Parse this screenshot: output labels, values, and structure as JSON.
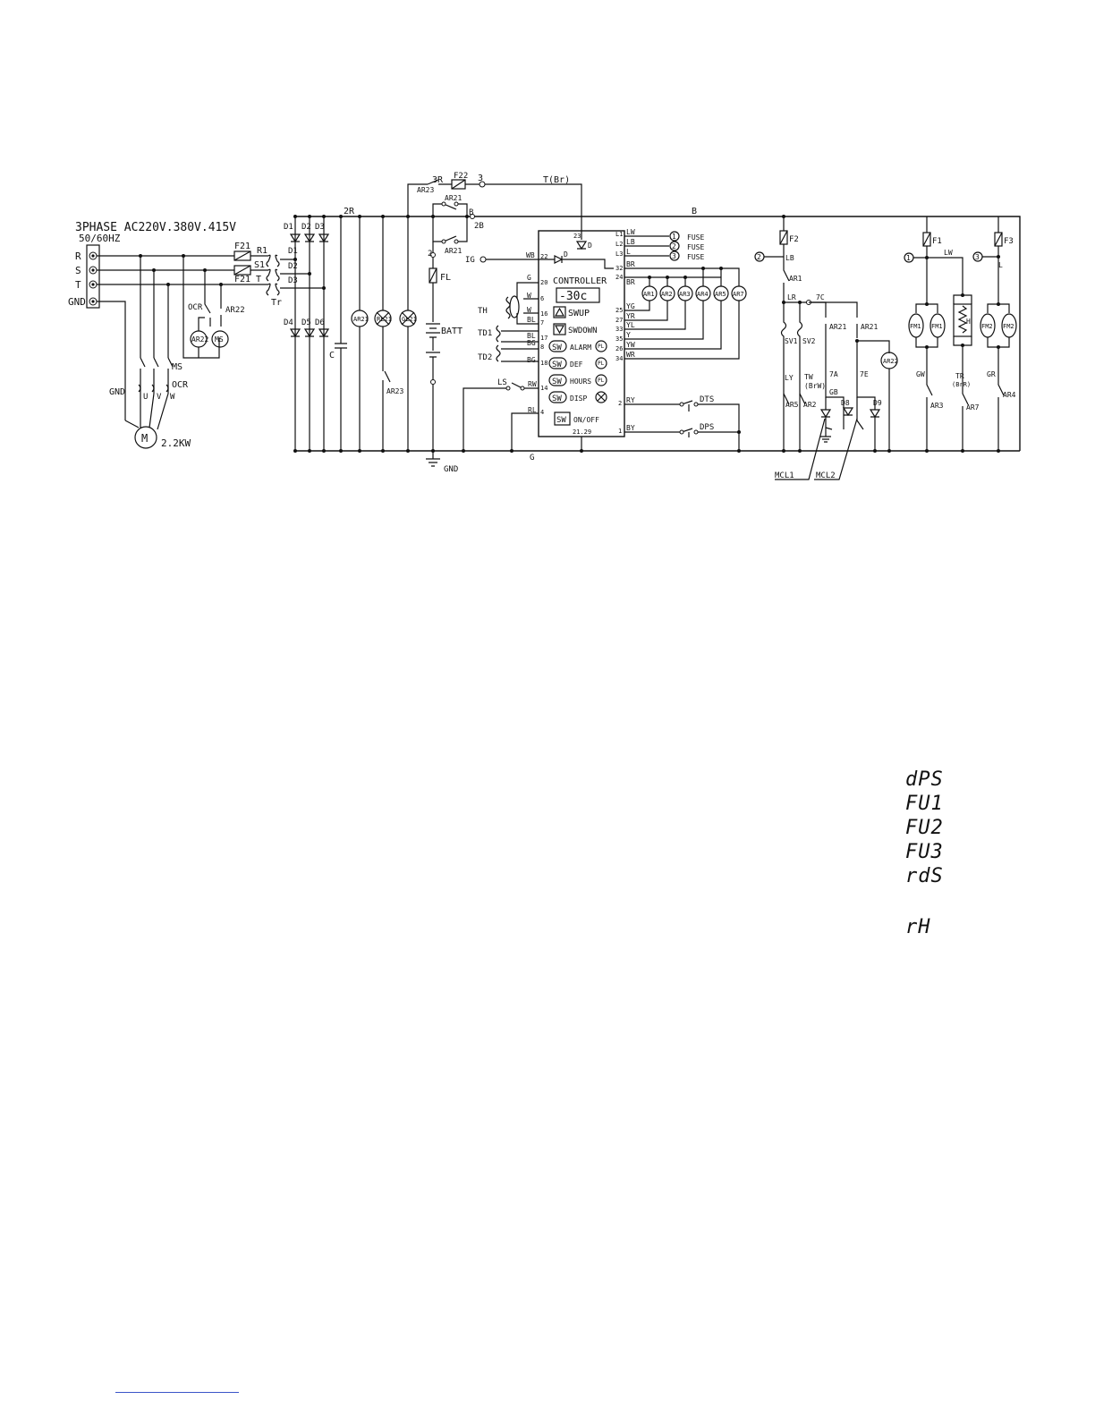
{
  "supply": {
    "title": "3PHASE AC220V.380V.415V",
    "freq": "50/60HZ",
    "terminals": [
      "R",
      "S",
      "T",
      "GND"
    ],
    "motor": "M",
    "motor_rating": "2.2KW",
    "gnd_left": "GND",
    "uvw": [
      "U",
      "V",
      "W"
    ],
    "ms": "MS",
    "ocr": "OCR",
    "ocr_top": "OCR",
    "ar22_coil": "AR22",
    "ms_coil": "MS",
    "ar22_contact": "AR22",
    "fuses": [
      "F21",
      "F21"
    ],
    "transformer": [
      "R1",
      "S1",
      "T",
      "Tr"
    ]
  },
  "rectifier": {
    "top": [
      "D1",
      "D2",
      "D3"
    ],
    "bottom": [
      "D4",
      "D5",
      "D6"
    ],
    "mid": [
      "D1",
      "D2",
      "D3"
    ],
    "capacitor": "C",
    "bus": "2R",
    "lamps": [
      "AR21",
      "RL21",
      "GL21"
    ],
    "ar23": "AR23"
  },
  "top_branch": {
    "r3": "3R",
    "f22": "F22",
    "n3": "3",
    "tbr": "T(Br)",
    "ar23": "AR23",
    "ar21_top": "AR21",
    "ar21_bot": "AR21",
    "b": "B",
    "n2b": "2B",
    "n2": "2",
    "fl": "FL",
    "batt": "BATT",
    "bus_b": "B",
    "gnd": "GND",
    "g": "G"
  },
  "controller": {
    "title": "CONTROLLER",
    "display": "-30c",
    "buttons": [
      "SWUP",
      "SWDOWN",
      "ALARM",
      "DEF",
      "HOURS",
      "DISP",
      "ON/OFF"
    ],
    "sw": "SW",
    "pl": "PL",
    "pin_left": [
      "22",
      "20",
      "6",
      "16",
      "7",
      "17",
      "8",
      "18",
      "14",
      "4"
    ],
    "pin_right": [
      "L1",
      "L2",
      "L3",
      "32",
      "24",
      "25",
      "27",
      "33",
      "35",
      "26",
      "34",
      "2",
      "1"
    ],
    "pin_top": "23",
    "model": "21.29",
    "wires_left": [
      "WB",
      "G",
      "W",
      "W",
      "BL",
      "BL",
      "BG",
      "BG",
      "RW",
      "RL"
    ],
    "wires_right": [
      "LW",
      "LB",
      "L",
      "BR",
      "BR",
      "YG",
      "YR",
      "YL",
      "Y",
      "YW",
      "WR",
      "RY",
      "BY"
    ],
    "ig": "IG",
    "d_top": "D",
    "d_left": "D",
    "sensors": [
      "TH",
      "TD1",
      "TD2"
    ],
    "ls": "LS",
    "dts": "DTS",
    "dps": "DPS",
    "fuse_marks": [
      "1",
      "2",
      "3"
    ],
    "fuse": "FUSE",
    "relays": [
      "AR1",
      "AR2",
      "AR3",
      "AR4",
      "AR5",
      "AR7"
    ]
  },
  "right_section": {
    "f2": "F2",
    "n2": "2",
    "lb": "LB",
    "ar1": "AR1",
    "lr": "LR",
    "n7c": "7C",
    "sv": [
      "SV1",
      "SV2"
    ],
    "ar21": "AR21",
    "ar21b": "AR21",
    "ar22": "AR22",
    "ly": "LY",
    "tw": "TW",
    "brw": "(BrW)",
    "n7a": "7A",
    "n7e": "7E",
    "gb": "GB",
    "d8": "D8",
    "d9": "D9",
    "ar5": "AR5",
    "ar2": "AR2",
    "mcl": [
      "MCL1",
      "MCL2"
    ],
    "f1": "F1",
    "f3": "F3",
    "n1": "1",
    "n3": "3",
    "lw": "LW",
    "l": "L",
    "fm": [
      "FM1",
      "FM1",
      "FM2",
      "FM2"
    ],
    "h": "H",
    "gw": "GW",
    "tr": "TR",
    "brr": "(BrR)",
    "gr": "GR",
    "ar3": "AR3",
    "ar7": "AR7",
    "ar4": "AR4"
  },
  "codes": [
    "dPS",
    "FU1",
    "FU2",
    "FU3",
    "rdS",
    "rH"
  ]
}
